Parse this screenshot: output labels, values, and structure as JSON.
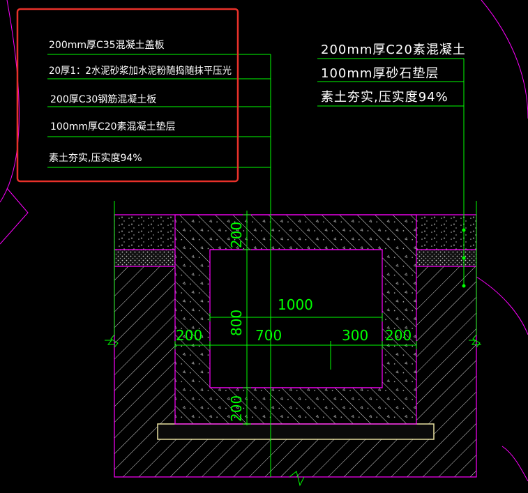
{
  "left_callout": {
    "lines": [
      "200mm厚C35混凝土盖板",
      "20厚1：2水泥砂浆加水泥粉随捣随抹平压光",
      "200厚C30钢筋混凝土板",
      "100mm厚C20素混凝土垫层",
      "素土夯实,压实度94%"
    ]
  },
  "right_callout": {
    "lines": [
      "200mm厚C20素混凝土",
      "100mm厚砂石垫层",
      "素土夯实,压实度94%"
    ]
  },
  "dimensions": {
    "top_thickness": "200",
    "height": "800",
    "bottom_thickness": "200",
    "overall_width": "1000",
    "left_wall": "200",
    "span_left": "700",
    "span_right": "300",
    "right_wall": "200"
  },
  "colors": {
    "background": "#000000",
    "linework": "#00ff00",
    "boundary": "#ff00ff",
    "text": "#ffffff",
    "highlight_box": "#e8312a",
    "hatch": "#ffffff"
  }
}
